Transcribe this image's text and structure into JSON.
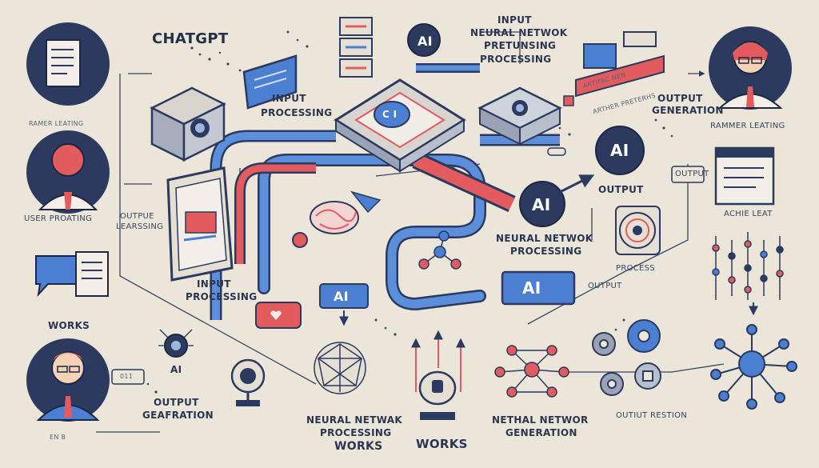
{
  "title": "CHATGPT",
  "labels": {
    "top_center_1": "INPUT",
    "top_center_2": "NEURAL NETWOK",
    "top_center_3": "PRETUNSING",
    "top_center_4": "PROCESSING",
    "input_processing_top_1": "INPUT",
    "input_processing_top_2": "PROCESSING",
    "left_top_caption": "RAMER LEATING",
    "left_user_caption": "USER PROATING",
    "left_output_1": "OUTPUE",
    "left_output_2": "LEARSSING",
    "left_works": "WORKS",
    "left_bottom_caption": "EN B",
    "left_ai": "AI",
    "left_output_gen_1": "OUTPUT",
    "left_output_gen_2": "GEAFRATION",
    "left_small_tag": "011",
    "center_ai_badge": "AI",
    "center_ci": "C I",
    "input_processing_bottom_1": "INPUT",
    "input_processing_bottom_2": "PROCESSING",
    "bottom_neural_1": "NEURAL NETWAK",
    "bottom_neural_2": "PROCESSING",
    "bottom_neural_3": "WORKS",
    "bottom_works": "WORKS",
    "bottom_netual_1": "NETHAL NETWOR",
    "bottom_netual_2": "GENERATION",
    "ai_top": "AI",
    "ai_mid": "AI",
    "ai_right": "AI",
    "ai_box_mid": "AI",
    "ai_box_right": "AI",
    "right_output_gen_1": "OUTPUT",
    "right_output_gen_2": "GENERATION",
    "right_top_caption": "RAMMER LEATING",
    "right_output_tag": "OUTPUT",
    "right_output_1": "OUTPUT",
    "right_neural_1": "NEURAL NETWOK",
    "right_neural_2": "PROCESSING",
    "right_achie": "ACHIE LEAT",
    "right_process": "PROCESS",
    "right_output_2": "OUTPUT",
    "right_bottom_1": "OUTIUT RESTION",
    "small_tag_top": "ARTIFAC NEN",
    "small_tag_right": "ARTHER PRETERHS"
  },
  "colors": {
    "background": "#ece5da",
    "navy": "#2b3a5e",
    "blue": "#4a7fd1",
    "red": "#e0575b",
    "ink": "#2f3850"
  }
}
